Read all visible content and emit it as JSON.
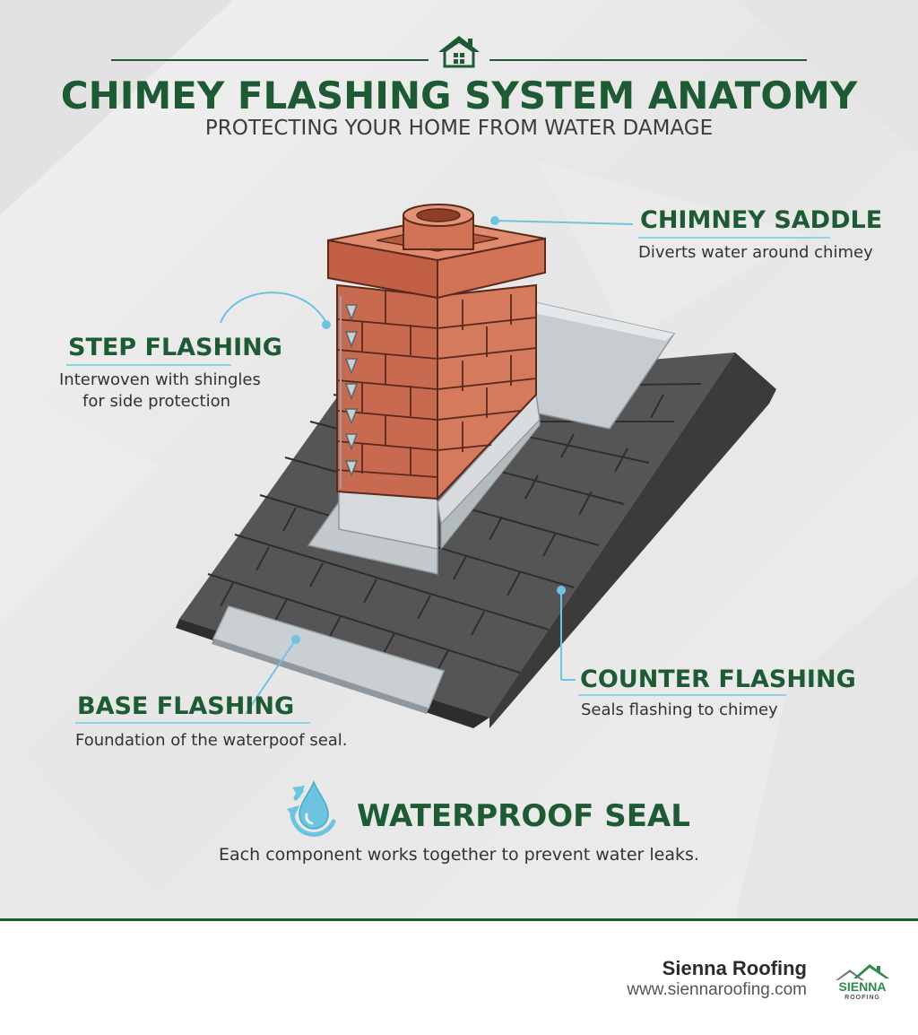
{
  "header": {
    "title": "CHIMEY FLASHING SYSTEM ANATOMY",
    "subtitle": "PROTECTING YOUR HOME FROM WATER DAMAGE",
    "icon": "house-icon"
  },
  "labels": {
    "chimney_saddle": {
      "title": "CHIMNEY SADDLE",
      "desc": "Diverts water around chimey"
    },
    "step_flashing": {
      "title": "STEP FLASHING",
      "desc_line1": "Interwoven with shingles",
      "desc_line2": "for side protection"
    },
    "counter_flashing": {
      "title": "COUNTER FLASHING",
      "desc": "Seals flashing to chimey"
    },
    "base_flashing": {
      "title": "BASE FLASHING",
      "desc": "Foundation of the waterpoof seal."
    }
  },
  "seal": {
    "title": "WATERPROOF SEAL",
    "desc": "Each component works together to prevent water leaks.",
    "icon": "water-drop-icon"
  },
  "footer": {
    "brand_name": "Sienna Roofing",
    "url": "www.siennaroofing.com",
    "logo_text": "SIENNA",
    "logo_subtext": "ROOFING"
  },
  "colors": {
    "brand_green": "#1e5a34",
    "callout_blue": "#6cc4e0",
    "brick": "#d4755a",
    "shingle": "#4a4a4a",
    "metal": "#c9cfd2"
  }
}
